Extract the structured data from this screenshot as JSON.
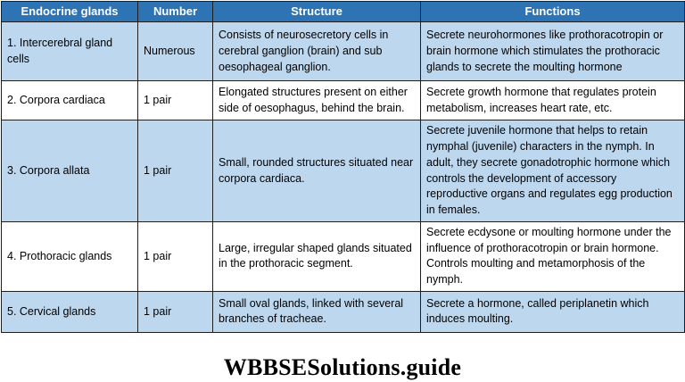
{
  "page": {
    "caption": "WBBSESolutions.guide"
  },
  "table": {
    "headers": [
      "Endocrine glands",
      "Number",
      "Structure",
      "Functions"
    ],
    "rows": [
      {
        "gland": "1. Intercerebral gland cells",
        "number": "Numerous",
        "structure": "Consists of neurosecretory cells in cerebral ganglion (brain) and sub oesophageal ganglion.",
        "functions": "Secrete neurohormones like prothoracotropin or brain hormone which stimulates the prothoracic glands to secrete the moulting hormone"
      },
      {
        "gland": "2. Corpora cardiaca",
        "number": "1 pair",
        "structure": "Elongated structures present on either side of oesophagus, behind the brain.",
        "functions": "Secrete growth hormone that regulates protein metabolism, increases heart rate, etc."
      },
      {
        "gland": "3. Corpora allata",
        "number": "1 pair",
        "structure": "Small, rounded structures situated near corpora cardiaca.",
        "functions": "Secrete juvenile hormone that helps to retain nymphal (juvenile) characters in the nymph. In adult, they secrete gonadotrophic hormone which controls the development of accessory reproductive organs and regulates egg production in females."
      },
      {
        "gland": "4. Prothoracic glands",
        "number": "1 pair",
        "structure": "Large, irregular shaped glands situated in the prothoracic segment.",
        "functions": "Secrete ecdysone or moulting hormone under the influence of prothoracotropin or brain hormone. Controls moulting and metamorphosis of the nymph."
      },
      {
        "gland": "5. Cervical glands",
        "number": "1 pair",
        "structure": "Small oval glands, linked with several branches of tracheae.",
        "functions": "Secrete a hormone, called periplanetin which induces moulting."
      }
    ],
    "colors": {
      "header_bg": "#2e74b5",
      "row_shaded_bg": "#bdd7ee",
      "row_plain_bg": "#ffffff",
      "border": "#1f1f1f"
    }
  }
}
